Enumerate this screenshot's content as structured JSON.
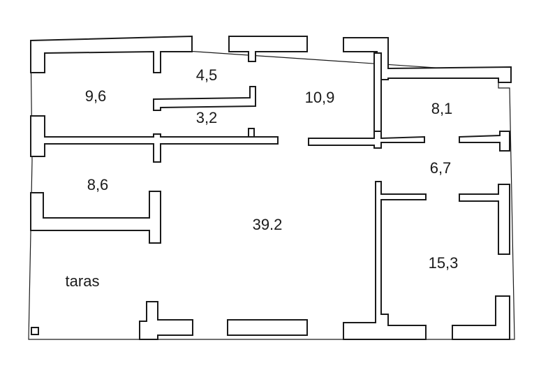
{
  "floor_plan": {
    "rooms": [
      {
        "id": "room-a",
        "label": "9,6"
      },
      {
        "id": "room-b",
        "label": "4,5"
      },
      {
        "id": "room-c",
        "label": "3,2"
      },
      {
        "id": "room-d",
        "label": "10,9"
      },
      {
        "id": "room-e",
        "label": "8,1"
      },
      {
        "id": "room-f",
        "label": "6,7"
      },
      {
        "id": "room-g",
        "label": "8,6"
      },
      {
        "id": "room-h",
        "label": "39.2"
      },
      {
        "id": "room-i",
        "label": "15,3"
      },
      {
        "id": "terrace",
        "label": "taras"
      }
    ],
    "colors": {
      "wall_fill": "#ffffff",
      "wall_stroke": "#1a1a1a",
      "text": "#1a1a1a",
      "background": "#ffffff"
    }
  }
}
